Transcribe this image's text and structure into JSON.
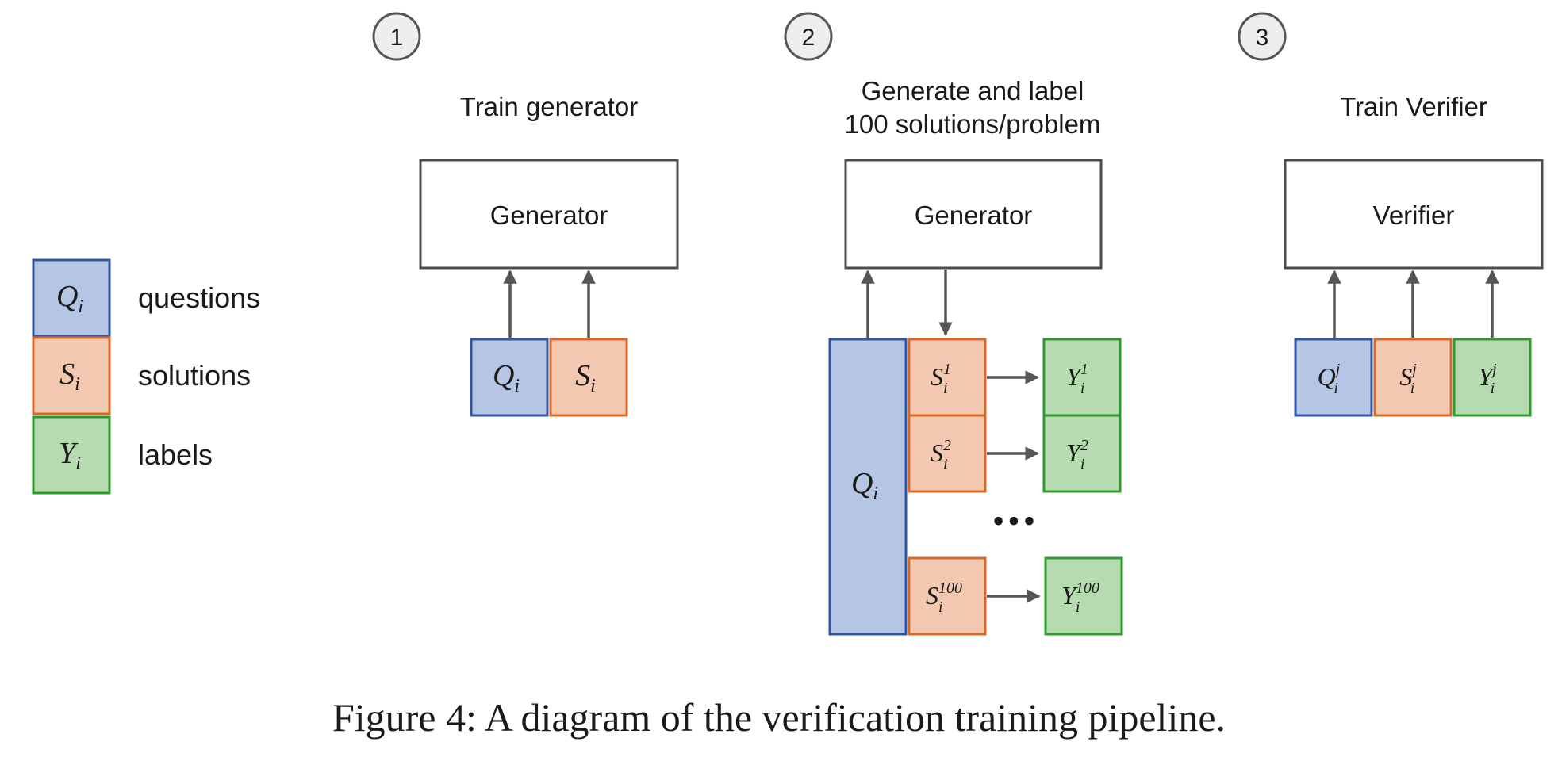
{
  "colors": {
    "question_fill": "#b4c6e3",
    "question_stroke": "#2f55a4",
    "solution_fill": "#f2c9b0",
    "solution_stroke": "#d96a26",
    "label_fill": "#b6dbb0",
    "label_stroke": "#2e9a2e",
    "arrow": "#555555",
    "box_stroke": "#4d4d4d"
  },
  "legend": [
    {
      "sym": "Q",
      "sub": "i",
      "text": "questions"
    },
    {
      "sym": "S",
      "sub": "i",
      "text": "solutions"
    },
    {
      "sym": "Y",
      "sub": "i",
      "text": "labels"
    }
  ],
  "steps": [
    {
      "number": "1",
      "title_lines": [
        "Train generator"
      ],
      "box_label": "Generator"
    },
    {
      "number": "2",
      "title_lines": [
        "Generate and label",
        "100 solutions/problem"
      ],
      "box_label": "Generator"
    },
    {
      "number": "3",
      "title_lines": [
        "Train Verifier"
      ],
      "box_label": "Verifier"
    }
  ],
  "step1_tokens": [
    {
      "sym": "Q",
      "sub": "i"
    },
    {
      "sym": "S",
      "sub": "i"
    }
  ],
  "step2": {
    "question": {
      "sym": "Q",
      "sub": "i"
    },
    "rows": [
      {
        "s_sym": "S",
        "s_sub": "i",
        "s_sup": "1",
        "y_sym": "Y",
        "y_sub": "i",
        "y_sup": "1"
      },
      {
        "s_sym": "S",
        "s_sub": "i",
        "s_sup": "2",
        "y_sym": "Y",
        "y_sub": "i",
        "y_sup": "2"
      },
      {
        "s_sym": "S",
        "s_sub": "i",
        "s_sup": "100",
        "y_sym": "Y",
        "y_sub": "i",
        "y_sup": "100"
      }
    ],
    "ellipsis": "•••"
  },
  "step3_tokens": [
    {
      "sym": "Q",
      "sub": "i",
      "sup": "j"
    },
    {
      "sym": "S",
      "sub": "i",
      "sup": "j"
    },
    {
      "sym": "Y",
      "sub": "i",
      "sup": "j"
    }
  ],
  "caption": "Figure 4: A diagram of the verification training pipeline."
}
